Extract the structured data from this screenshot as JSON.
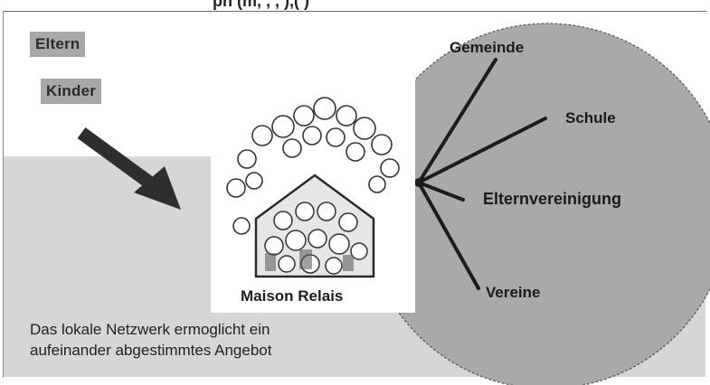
{
  "top_fragment": "pn (m,  , , ),( )",
  "labels": {
    "eltern": "Eltern",
    "kinder": "Kinder"
  },
  "center": {
    "caption": "Maison Relais"
  },
  "network": [
    {
      "label": "Gemeinde"
    },
    {
      "label": "Schule"
    },
    {
      "label": "Elternvereinigung"
    },
    {
      "label": "Vereine"
    }
  ],
  "footnote": {
    "line1": "Das lokale Netzwerk ermoglicht ein",
    "line2": "aufeinander abgestimmtes Angebot"
  },
  "colors": {
    "circle_fill": "#a9a9a9",
    "band_bottom": "#d6d6d6",
    "label_box": "#a8a8a8",
    "arrow": "#2e2e2e"
  }
}
